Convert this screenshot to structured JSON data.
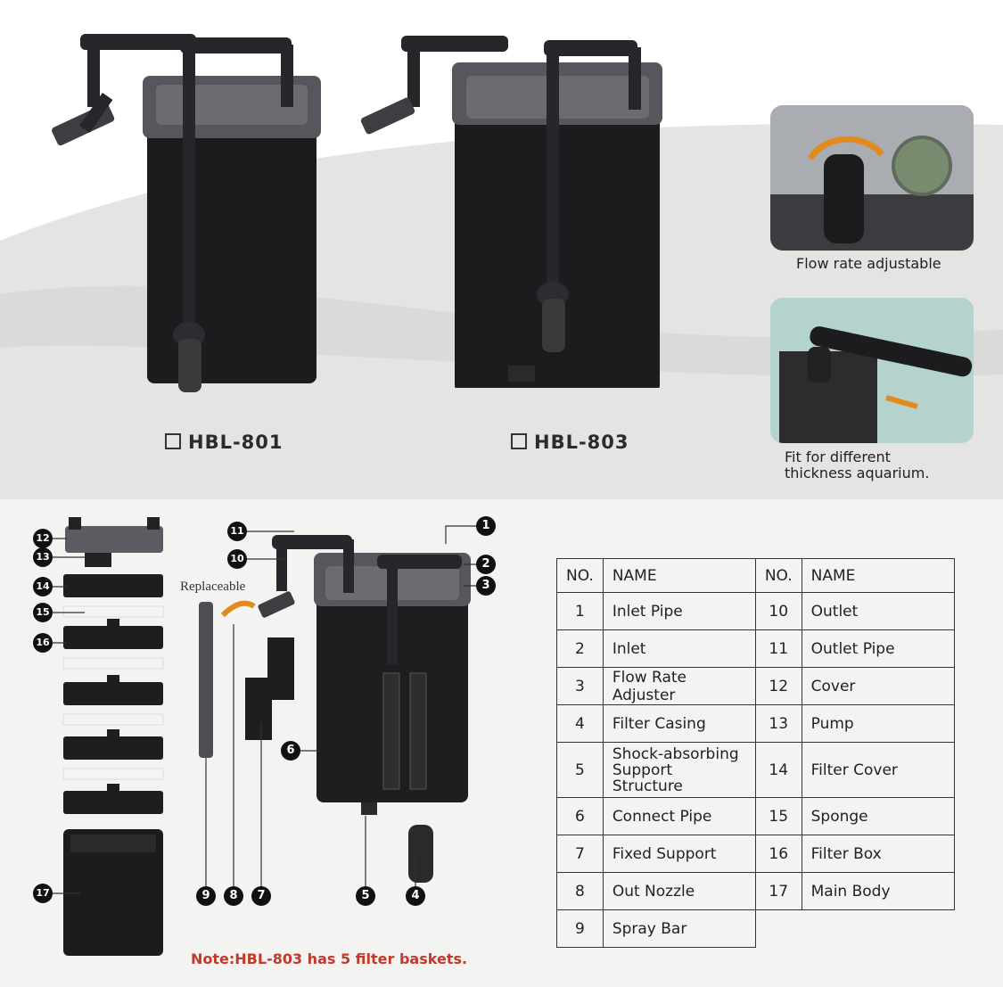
{
  "models": [
    {
      "label": "HBL-801"
    },
    {
      "label": "HBL-803"
    }
  ],
  "features": [
    {
      "caption": "Flow rate adjustable",
      "icon": "flow-adjust-photo"
    },
    {
      "caption_line1": "Fit for different",
      "caption_line2": "thickness aquarium.",
      "icon": "mounting-photo"
    }
  ],
  "diagram": {
    "replaceable_label": "Replaceable",
    "note": "Note:HBL-803 has 5 filter baskets.",
    "callouts": [
      "1",
      "2",
      "3",
      "4",
      "5",
      "6",
      "7",
      "8",
      "9",
      "10",
      "11",
      "12",
      "13",
      "14",
      "15",
      "16",
      "17"
    ]
  },
  "parts_table": {
    "headers": [
      "NO.",
      "NAME",
      "NO.",
      "NAME"
    ],
    "rows": [
      [
        "1",
        "Inlet Pipe",
        "10",
        "Outlet"
      ],
      [
        "2",
        "Inlet",
        "11",
        "Outlet Pipe"
      ],
      [
        "3",
        "Flow Rate Adjuster",
        "12",
        "Cover"
      ],
      [
        "4",
        "Filter Casing",
        "13",
        "Pump"
      ],
      [
        "5",
        "Shock-absorbing Support Structure",
        "14",
        "Filter Cover"
      ],
      [
        "6",
        "Connect Pipe",
        "15",
        "Sponge"
      ],
      [
        "7",
        "Fixed Support",
        "16",
        "Filter Box"
      ],
      [
        "8",
        "Out Nozzle",
        "17",
        "Main Body"
      ],
      [
        "9",
        "Spray Bar",
        "",
        ""
      ]
    ]
  },
  "colors": {
    "note_red": "#c3392b",
    "product_black": "#1c1c1e",
    "lid_grey": "#55575c"
  }
}
